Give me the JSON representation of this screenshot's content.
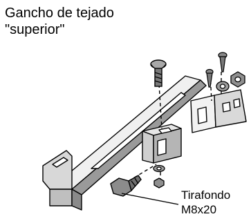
{
  "title": {
    "line1": "Gancho de tejado",
    "line2": "\"superior\""
  },
  "callout": {
    "line1": "Tirafondo",
    "line2": "M8x20"
  }
}
